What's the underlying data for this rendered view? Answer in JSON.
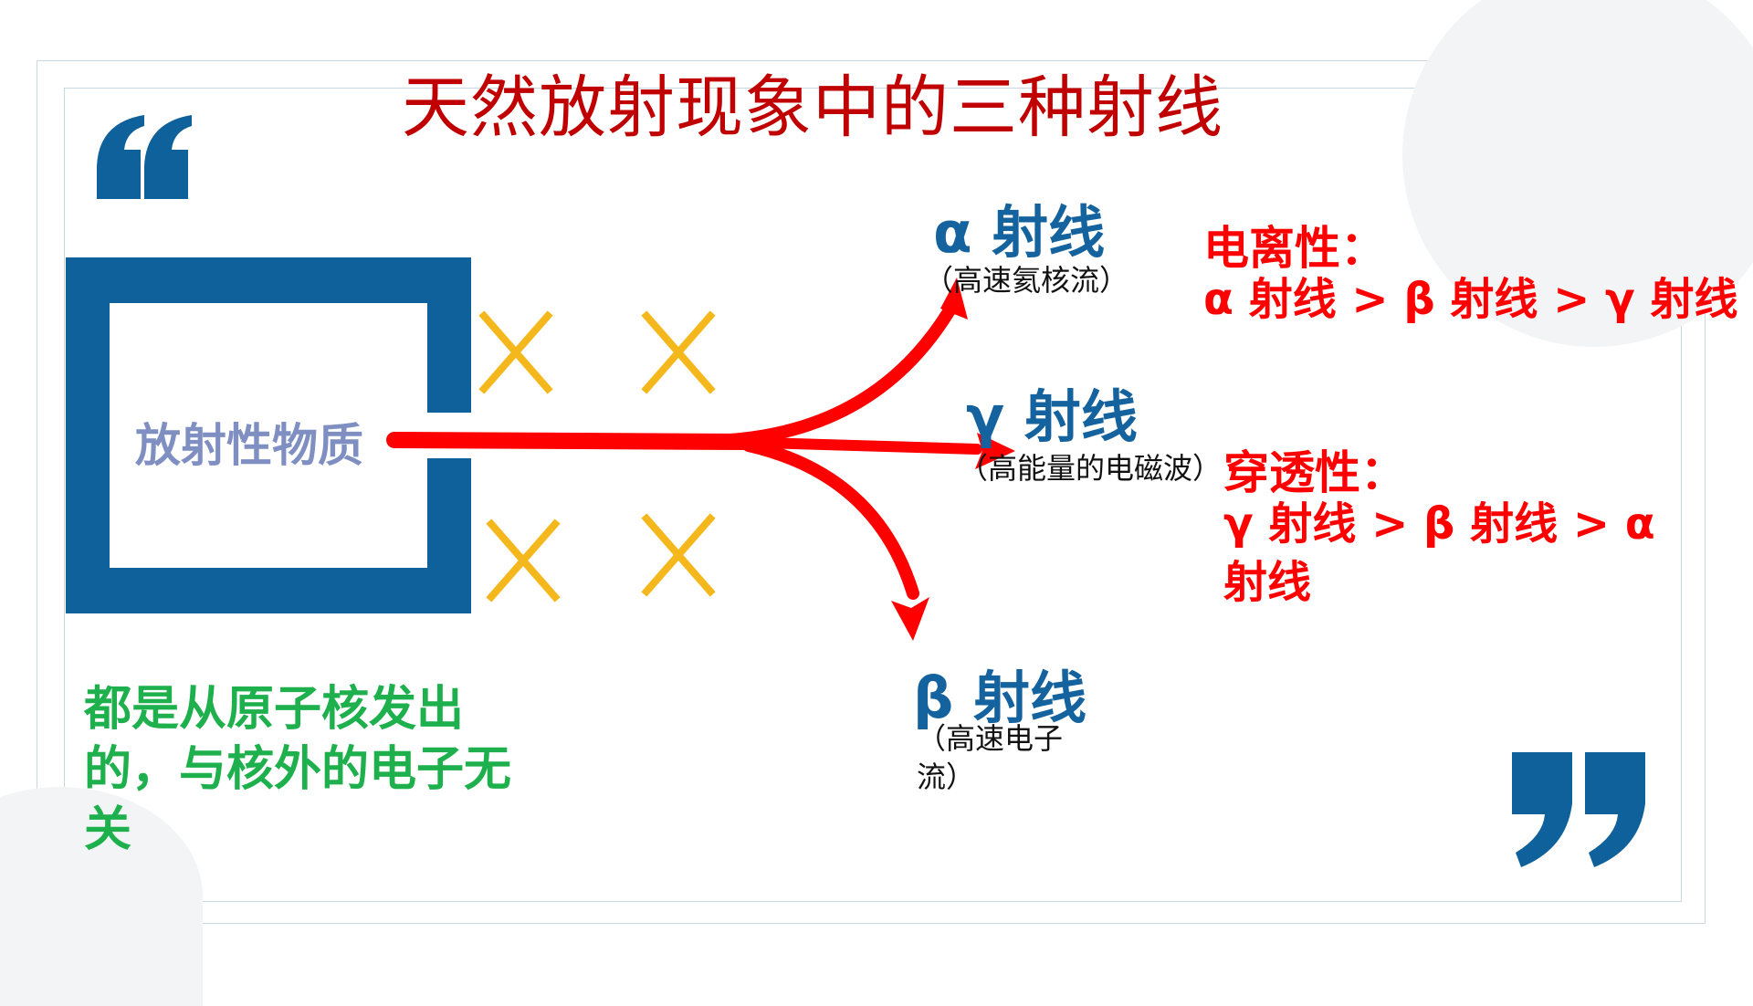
{
  "title": "天然放射现象中的三种射线",
  "source_label": "放射性物质",
  "rays": {
    "alpha": {
      "name": "α 射线",
      "note": "（高速氦核流）"
    },
    "gamma": {
      "name": "γ 射线",
      "note": "（高能量的电磁波）"
    },
    "beta": {
      "name": "β 射线",
      "note": "（高速电子流）"
    }
  },
  "ionization": {
    "heading": "电离性：",
    "order": "α 射线 >  β 射线 >  γ 射线"
  },
  "penetration": {
    "heading": "穿透性：",
    "order": "γ 射线 >  β 射线 >  α 射线"
  },
  "origin_note": "都是从原子核发出的，与核外的电子无关",
  "colors": {
    "title": "#c00000",
    "box": "#0f619b",
    "ray_arrow": "#ff0000",
    "field_marks": "#f5b81c",
    "ray_name": "#15639e",
    "properties": "#ff0000",
    "origin_note": "#1db04c",
    "quote": "#0f619b"
  },
  "icons": {
    "open_quote": "left-quote-icon",
    "close_quote": "right-quote-icon",
    "field": "cross-field-icon"
  }
}
